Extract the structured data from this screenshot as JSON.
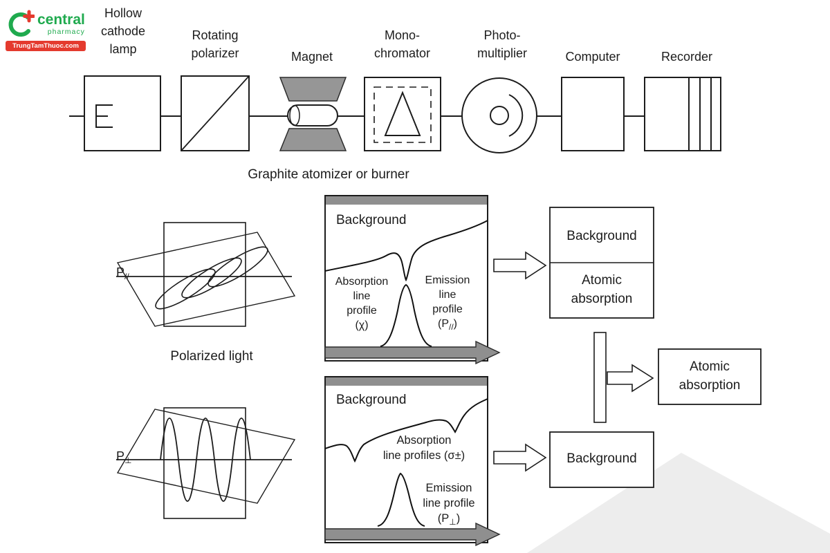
{
  "logo": {
    "brand": "central",
    "tagline": "pharmacy",
    "banner": "TrungTamThuoc.com"
  },
  "instrument": {
    "lamp": {
      "l1": "Hollow",
      "l2": "cathode",
      "l3": "lamp"
    },
    "polarizer": {
      "l1": "Rotating",
      "l2": "polarizer"
    },
    "magnet": {
      "l1": "Magnet"
    },
    "monochromator": {
      "l1": "Mono-",
      "l2": "chromator"
    },
    "photomultiplier": {
      "l1": "Photo-",
      "l2": "multiplier"
    },
    "computer": {
      "l1": "Computer"
    },
    "recorder": {
      "l1": "Recorder"
    },
    "atomizer_caption": "Graphite atomizer or burner"
  },
  "parallel": {
    "p_main": "P",
    "p_sub": "//",
    "caption": "Polarized light",
    "plot": {
      "background": "Background",
      "absorption": {
        "l1": "Absorption",
        "l2": "line",
        "l3": "profile",
        "l4": "(χ)"
      },
      "emission": {
        "l1": "Emission",
        "l2": "line",
        "l3": "profile",
        "l4a": "(P",
        "l4b": "//",
        "l4c": ")"
      }
    },
    "result": {
      "top": "Background",
      "bottom_l1": "Atomic",
      "bottom_l2": "absorption"
    }
  },
  "perpendicular": {
    "p_main": "P",
    "p_sub": "⊥",
    "plot": {
      "background": "Background",
      "absorption": {
        "l1": "Absorption",
        "l2": "line profiles (σ±)"
      },
      "emission": {
        "l1": "Emission",
        "l2": "line profile",
        "l3a": "(P",
        "l3b": "⊥",
        "l3c": ")"
      }
    },
    "result": {
      "label": "Background"
    }
  },
  "combined": {
    "l1": "Atomic",
    "l2": "absorption"
  }
}
